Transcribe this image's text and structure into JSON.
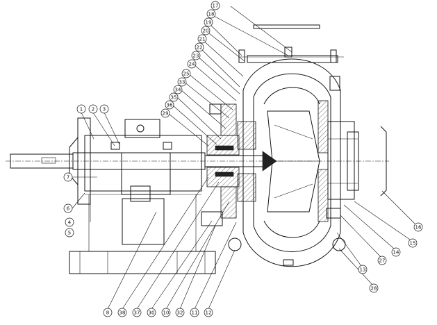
{
  "callouts": [
    {
      "id": "c1",
      "label": "1"
    },
    {
      "id": "c2",
      "label": "2"
    },
    {
      "id": "c3",
      "label": "3"
    },
    {
      "id": "c4",
      "label": "4"
    },
    {
      "id": "c5",
      "label": "5"
    },
    {
      "id": "c6",
      "label": "6"
    },
    {
      "id": "c7",
      "label": "7"
    },
    {
      "id": "c8",
      "label": "8"
    },
    {
      "id": "c10",
      "label": "10"
    },
    {
      "id": "c11",
      "label": "11"
    },
    {
      "id": "c12",
      "label": "12"
    },
    {
      "id": "c13",
      "label": "13"
    },
    {
      "id": "c14",
      "label": "14"
    },
    {
      "id": "c15",
      "label": "15"
    },
    {
      "id": "c16",
      "label": "16"
    },
    {
      "id": "c17",
      "label": "17"
    },
    {
      "id": "c18",
      "label": "18"
    },
    {
      "id": "c19",
      "label": "19"
    },
    {
      "id": "c20",
      "label": "20"
    },
    {
      "id": "c21",
      "label": "21"
    },
    {
      "id": "c22",
      "label": "22"
    },
    {
      "id": "c23",
      "label": "23"
    },
    {
      "id": "c24",
      "label": "24"
    },
    {
      "id": "c25",
      "label": "25"
    },
    {
      "id": "c27",
      "label": "27"
    },
    {
      "id": "c28",
      "label": "28"
    },
    {
      "id": "c29",
      "label": "29"
    },
    {
      "id": "c30",
      "label": "30"
    },
    {
      "id": "c32",
      "label": "32"
    },
    {
      "id": "c33",
      "label": "33"
    },
    {
      "id": "c34",
      "label": "34"
    },
    {
      "id": "c35",
      "label": "35"
    },
    {
      "id": "c36",
      "label": "36"
    },
    {
      "id": "c37",
      "label": "37"
    },
    {
      "id": "c38",
      "label": "38"
    }
  ],
  "colors": {
    "line": "#111111",
    "background": "#ffffff"
  }
}
